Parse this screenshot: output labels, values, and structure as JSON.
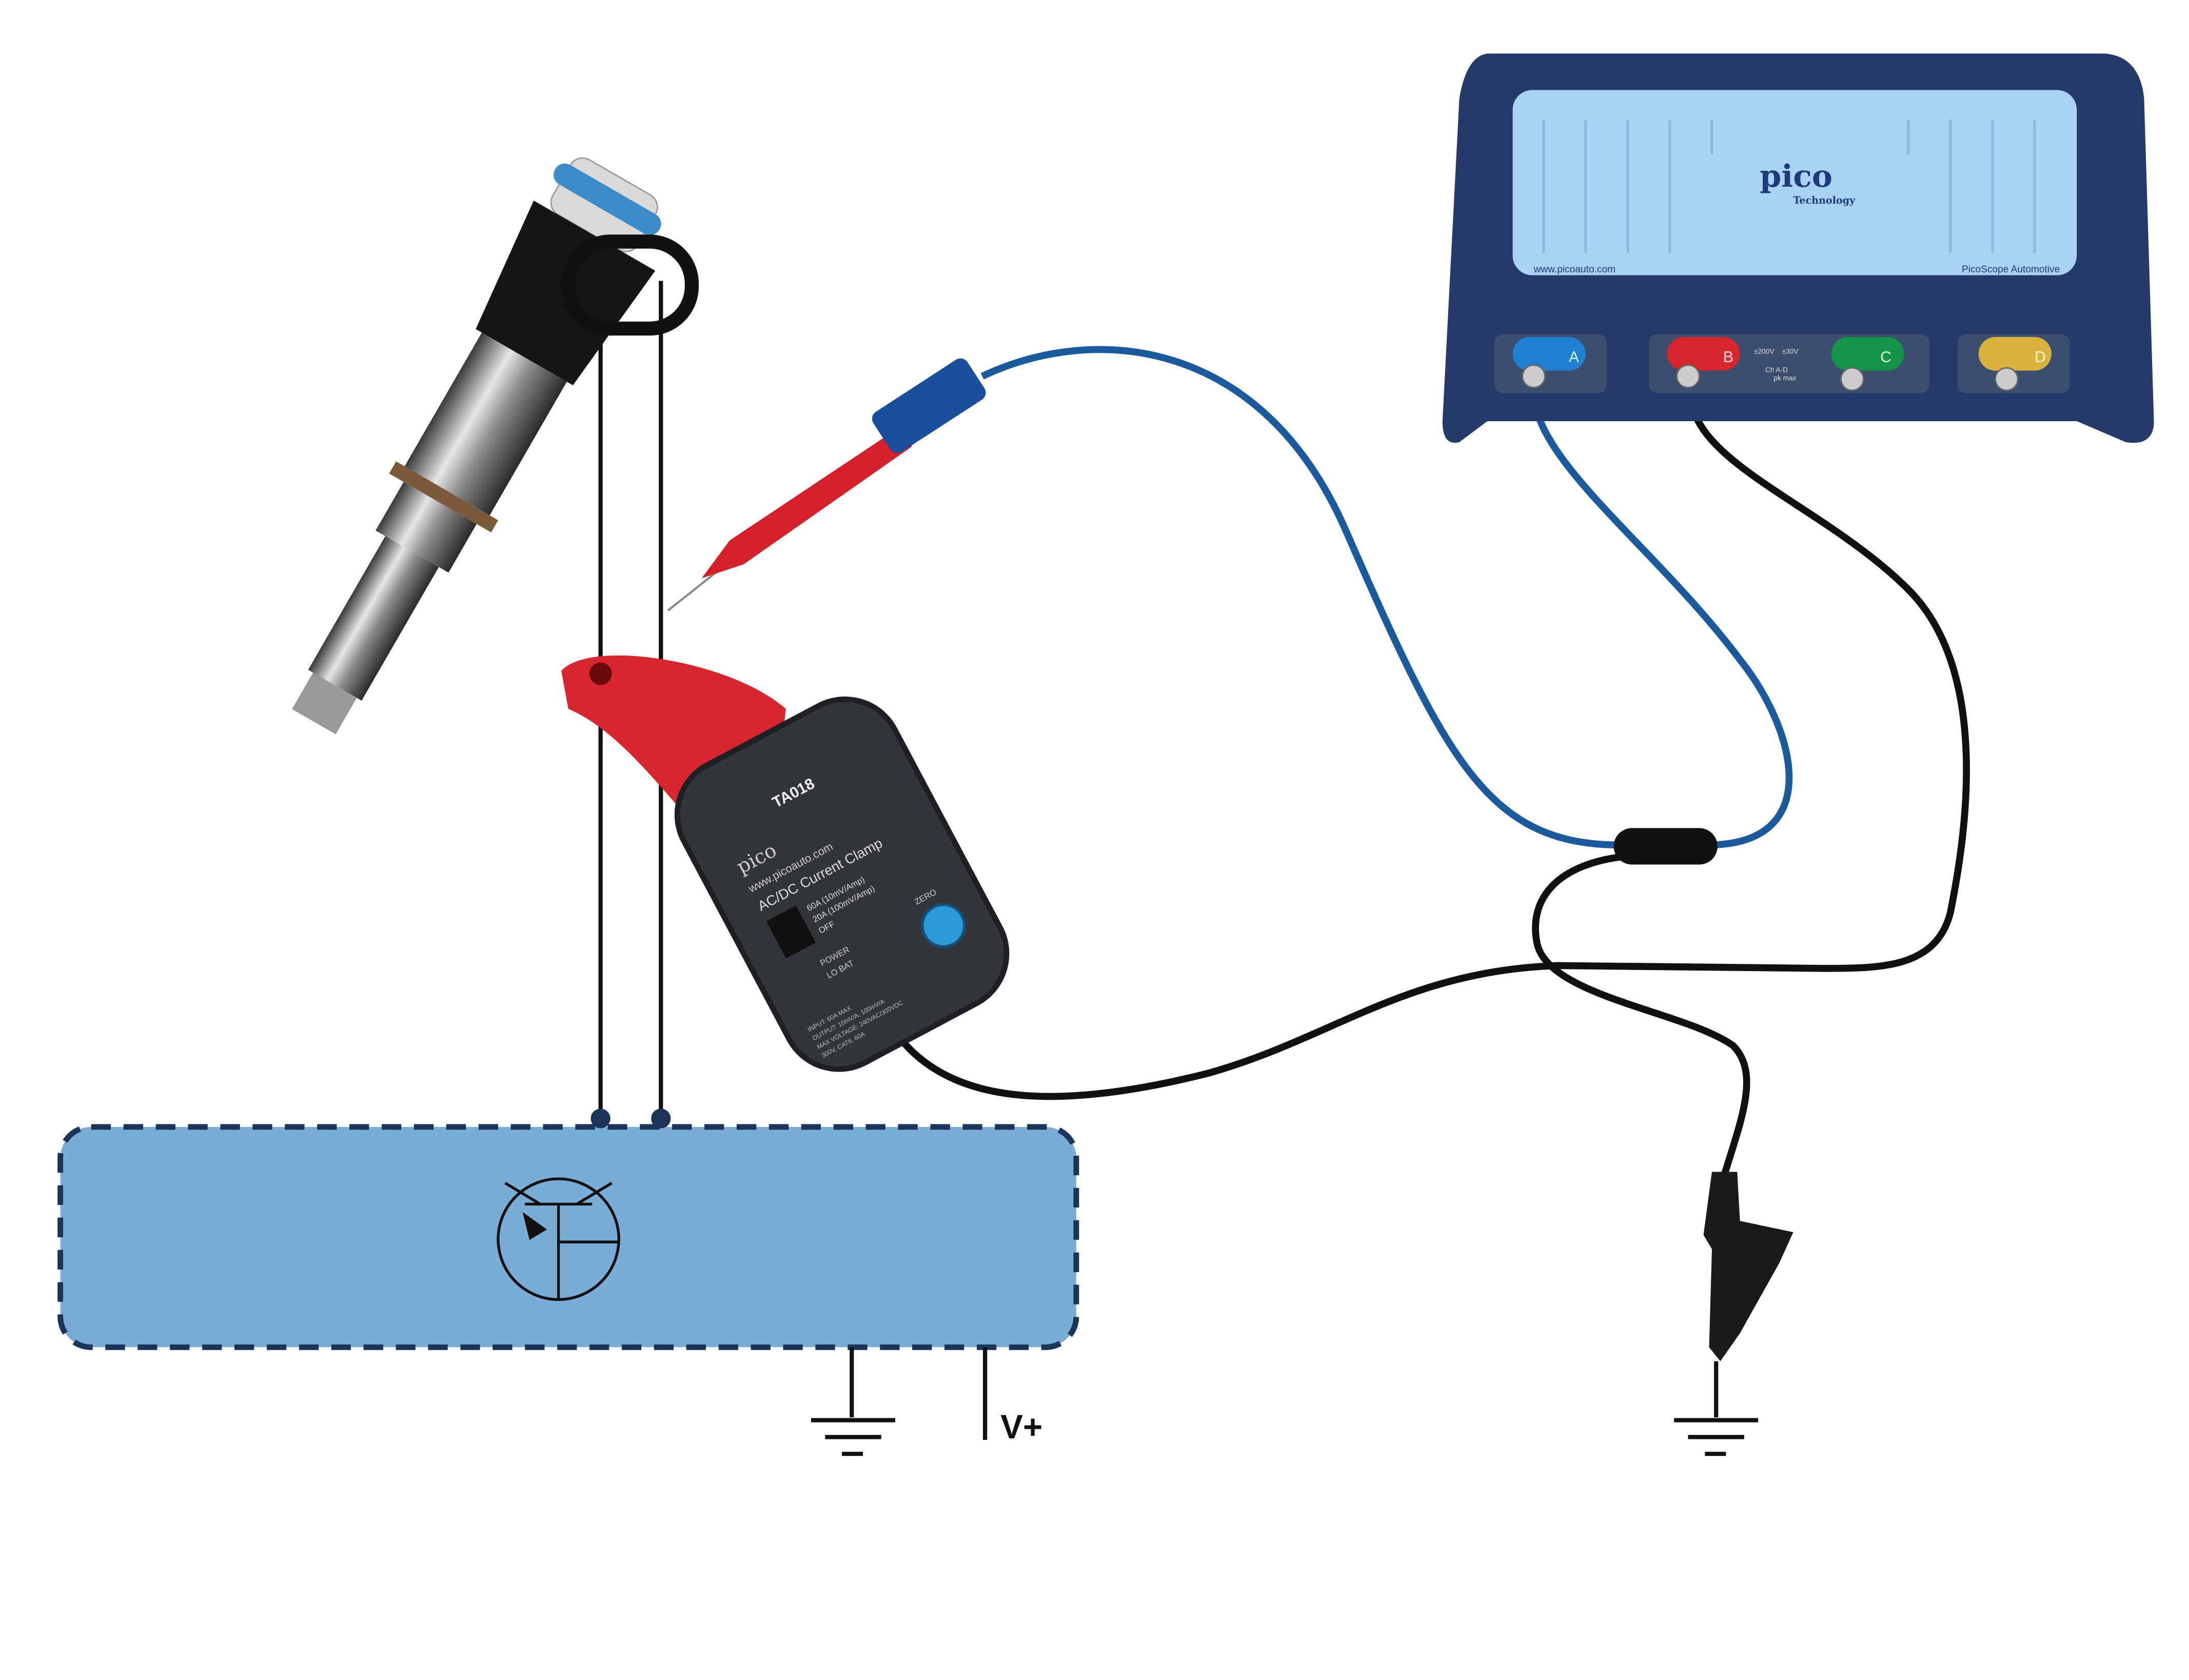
{
  "scope": {
    "brand": "pico",
    "brand_sub": "Technology",
    "website": "www.picoauto.com",
    "model": "PicoScope Automotive",
    "channels": [
      {
        "label": "A",
        "color": "#1f7fd0"
      },
      {
        "label": "B",
        "color": "#d8262e"
      },
      {
        "label": "C",
        "color": "#14934a"
      },
      {
        "label": "D",
        "color": "#d8b13f"
      }
    ],
    "rating_left": "±200V",
    "rating_right": "±30V",
    "warning": "Ch A-D",
    "warning_sub": "pk max"
  },
  "clamp": {
    "model": "TA018",
    "brand": "pico",
    "website": "www.picoauto.com",
    "title": "AC/DC Current Clamp",
    "range_high": "60A (10mV/Amp)",
    "range_low": "20A (100mV/Amp)",
    "off": "OFF",
    "power": "POWER",
    "lo_bat": "LO BAT",
    "zero": "ZERO",
    "spec1": "INPUT: 60A MAX",
    "spec2": "OUTPUT: 10mV/A, 100mV/A",
    "spec3": "MAX VOLTAGE: 240VAC/300VDC",
    "spec4": "300V, CATII, 60A"
  },
  "circuit": {
    "supply_label": "V+"
  },
  "colors": {
    "ecu_fill": "#7aadd6",
    "ecu_border": "#1b3458",
    "blue_lead": "#1b5a9c",
    "black_lead": "#111111",
    "scope_body": "#253a6b",
    "scope_panel": "#a9d3f3"
  }
}
